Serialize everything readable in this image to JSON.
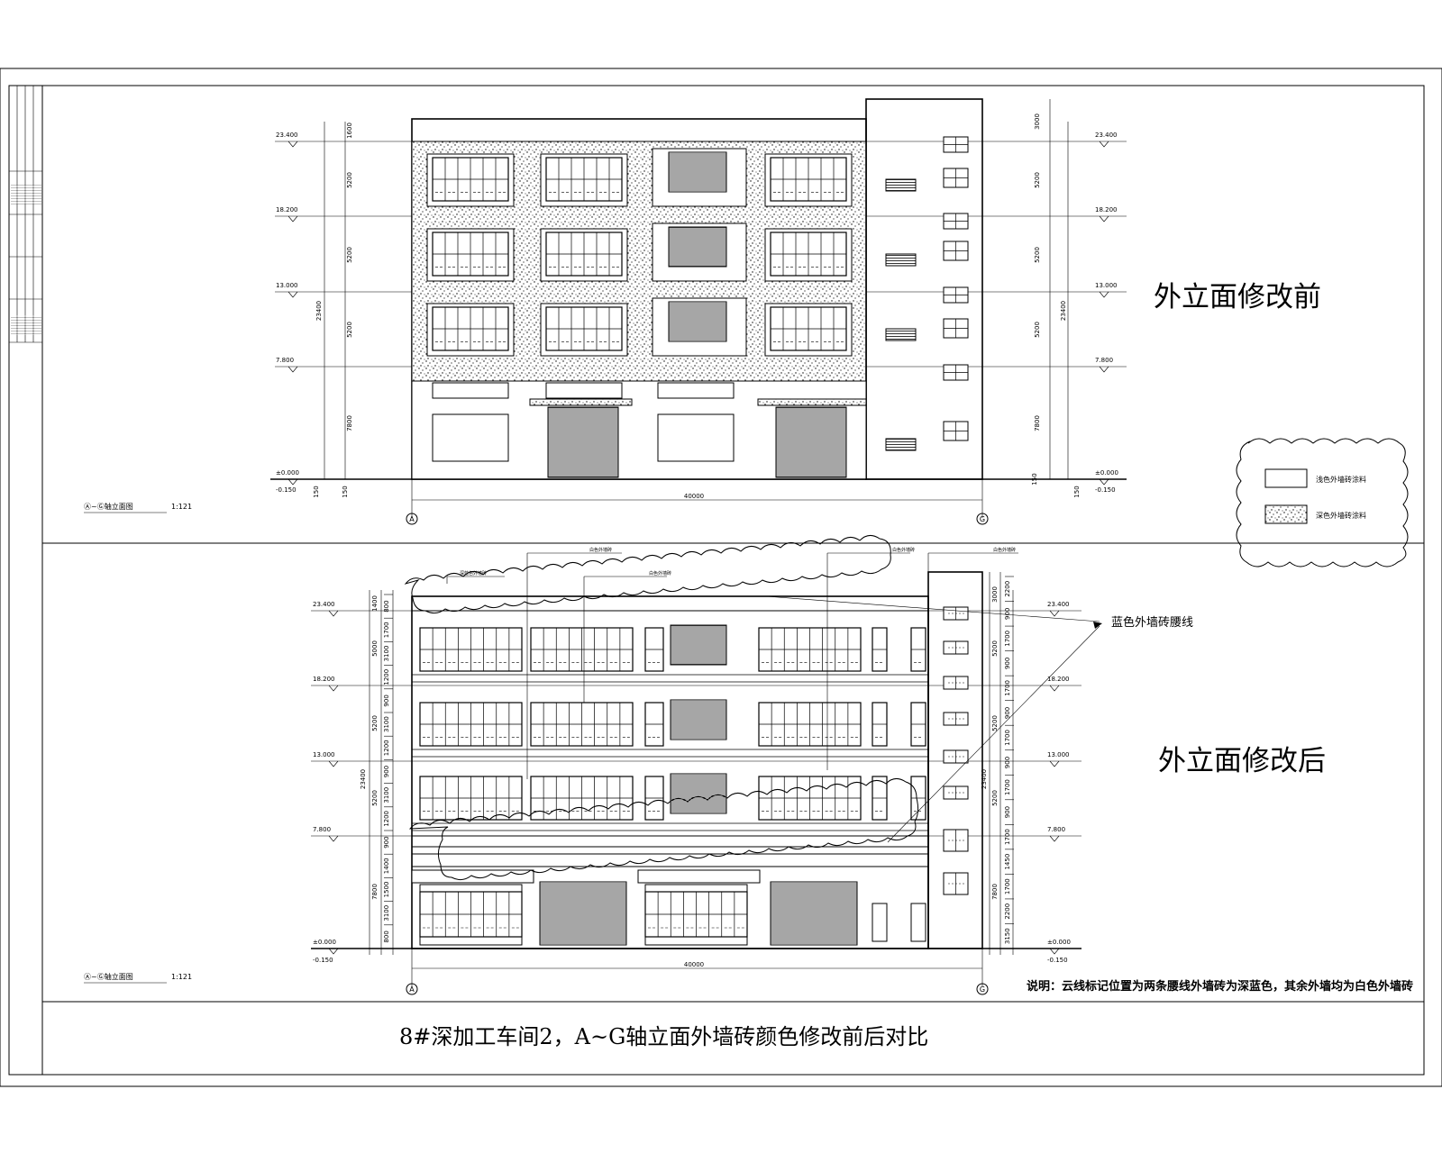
{
  "before": {
    "heading": "外立面修改前",
    "drawing_label": "Ⓐ~Ⓖ轴立面图",
    "scale": "1:121",
    "levels": [
      "23.400",
      "18.200",
      "13.000",
      "7.800",
      "±0.000",
      "-0.150"
    ],
    "left_dims": [
      "1600",
      "5200",
      "5200",
      "5200",
      "7800"
    ],
    "right_dims": [
      "3000",
      "5200",
      "5200",
      "5200",
      "7800"
    ],
    "total_height": "23400",
    "total_width": "40000",
    "bottom_small": [
      "150",
      "150",
      "150",
      "150"
    ],
    "axis_left": "A",
    "axis_right": "G",
    "legend": [
      "浅色外墙砖涂料",
      "深色外墙砖涂料"
    ]
  },
  "after": {
    "heading": "外立面修改后",
    "drawing_label": "Ⓐ~Ⓖ轴立面图",
    "scale": "1:121",
    "levels": [
      "23.400",
      "18.200",
      "13.000",
      "7.800",
      "±0.000",
      "-0.150"
    ],
    "left_dims": [
      "1400",
      "5000",
      "5200",
      "5200",
      "7800"
    ],
    "left_inner_dims": [
      "800",
      "1700",
      "3100",
      "1200",
      "900",
      "3100",
      "1200",
      "900",
      "3100",
      "1200",
      "900",
      "1400",
      "1500",
      "3100",
      "800"
    ],
    "right_dims": [
      "3000",
      "5200",
      "5200",
      "5200",
      "7800"
    ],
    "right_inner_dims": [
      "2200",
      "900",
      "1700",
      "900",
      "1700",
      "900",
      "1700",
      "900",
      "1700",
      "900",
      "1700",
      "1450",
      "1700",
      "2200",
      "3150"
    ],
    "total_height": "23400",
    "total_width": "40000",
    "axis_left": "A",
    "axis_right": "G",
    "callout": "蓝色外墙砖腰线",
    "leader_labels": [
      "白色外墙砖",
      "白色外墙砖",
      "白色外墙砖",
      "白色外墙砖",
      "深蓝色外墙砖"
    ],
    "note": "说明：云线标记位置为两条腰线外墙砖为深蓝色，其余外墙均为白色外墙砖"
  },
  "sheet_title": "8#深加工车间2，A~G轴立面外墙砖颜色修改前后对比"
}
